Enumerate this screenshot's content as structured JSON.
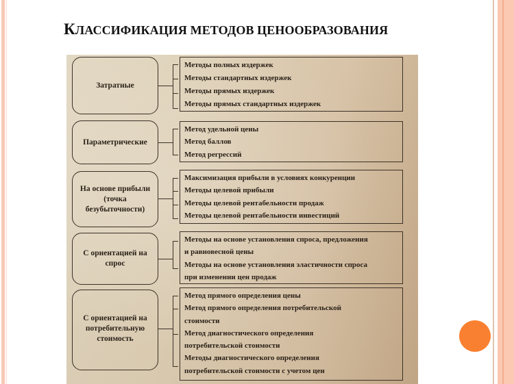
{
  "slide": {
    "title_first": "К",
    "title_rest": "ЛАССИФИКАЦИЯ МЕТОДОВ ЦЕНООБРАЗОВАНИЯ",
    "accent_color": "#f98030"
  },
  "groups": [
    {
      "category": "Затратные",
      "methods": [
        "Методы полных издержек",
        "Методы стандартных издержек",
        "Методы прямых издержек",
        "Методы прямых стандартных издержек"
      ]
    },
    {
      "category": "Параметрические",
      "methods": [
        "Метод удельной цены",
        "Метод баллов",
        "Метод регрессий"
      ]
    },
    {
      "category": "На основе прибыли (точка безубыточности)",
      "methods": [
        "Максимизация прибыли в условиях конкуренции",
        "Методы целевой прибыли",
        "Методы целевой рентабельности продаж",
        "Методы целевой рентабельности инвестиций"
      ]
    },
    {
      "category": "С ориентацией на спрос",
      "methods": [
        "Методы на основе установления спроса, предложения",
        "и равновесной цены",
        "Методы на основе установления эластичности спроса",
        "при изменении цен продаж"
      ]
    },
    {
      "category": "С ориентацией на потребительную стоимость",
      "methods": [
        "Метод прямого определения цены",
        "Метод прямого определения потребительской",
        "стоимости",
        "Метод диагностического определения",
        "потребительской стоимости",
        "Методы диагностического определения",
        "потребительской стоимости с учетом цен"
      ]
    }
  ]
}
